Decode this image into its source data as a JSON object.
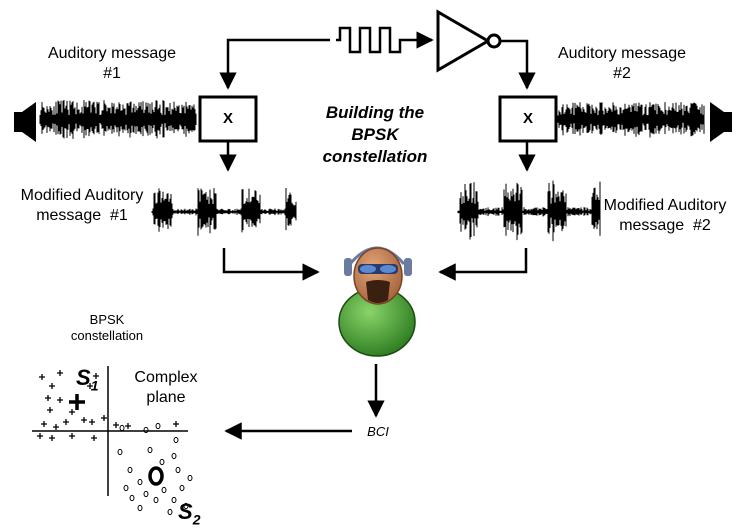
{
  "labels": {
    "auditory_message_1": "Auditory message\n#1",
    "auditory_message_2": "Auditory message\n#2",
    "title": "Building the\nBPSK\nconstellation",
    "modified_1": "Modified Auditory\nmessage  #1",
    "modified_2": "Modified Auditory\nmessage  #2",
    "bpsk_constellation": "BPSK\nconstellation",
    "complex_plane": "Complex\nplane",
    "bci": "BCI",
    "multiplier_symbol": "X",
    "s1": "S",
    "s1_sub": "1",
    "s2": "S",
    "s2_sub": "2"
  },
  "icons": [
    "speaker-icon",
    "square-wave-icon",
    "inverter-icon",
    "person-with-headphones-icon"
  ],
  "colors": {
    "line": "#000000",
    "person_body": "#3a9a2c",
    "person_face": "#c07a4a",
    "headphones": "#6a7aa0"
  }
}
